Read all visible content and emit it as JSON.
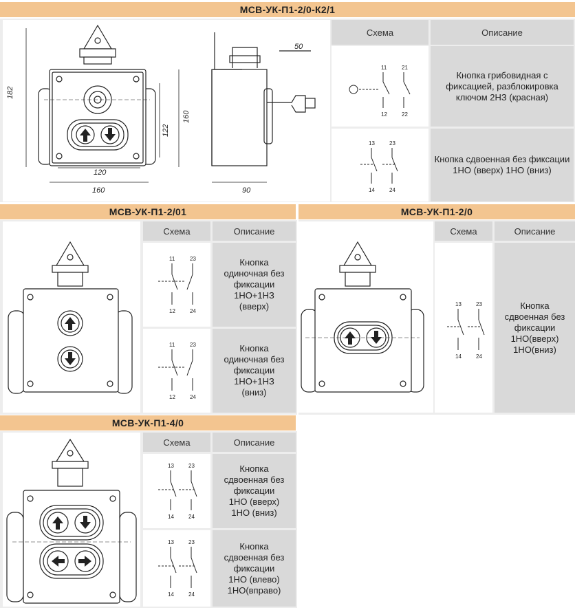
{
  "sections": {
    "k2": {
      "title": "МСВ-УК-П1-2/0-К2/1",
      "dims": {
        "height": "182",
        "inner_h": "160",
        "inner_h2": "122",
        "width_inner": "120",
        "width": "160",
        "depth": "90",
        "key": "50"
      },
      "col_scheme": "Схема",
      "col_desc": "Описание",
      "rows": [
        {
          "desc": "Кнопка грибовидная с фиксацией, разблокировка ключом 2НЗ (красная)",
          "terms": [
            "11",
            "21",
            "12",
            "22"
          ]
        },
        {
          "desc": "Кнопка сдвоенная без фиксации\n1НО (вверх) 1НО (вниз)",
          "terms": [
            "13",
            "23",
            "14",
            "24"
          ]
        }
      ]
    },
    "p01": {
      "title": "МСВ-УК-П1-2/01",
      "col_scheme": "Схема",
      "col_desc": "Описание",
      "rows": [
        {
          "desc": "Кнопка\nодиночная без\nфиксации\n1НО+1НЗ\n(вверх)",
          "terms": [
            "11",
            "23",
            "12",
            "24"
          ]
        },
        {
          "desc": "Кнопка\nодиночная без\nфиксации\n1НО+1НЗ\n(вниз)",
          "terms": [
            "11",
            "23",
            "12",
            "24"
          ]
        }
      ]
    },
    "p0": {
      "title": "МСВ-УК-П1-2/0",
      "col_scheme": "Схема",
      "col_desc": "Описание",
      "rows": [
        {
          "desc": "Кнопка\nсдвоенная без\nфиксации\n1НО(вверх)\n1НО(вниз)",
          "terms": [
            "13",
            "23",
            "14",
            "24"
          ]
        }
      ]
    },
    "p4": {
      "title": "МСВ-УК-П1-4/0",
      "col_scheme": "Схема",
      "col_desc": "Описание",
      "rows": [
        {
          "desc": "Кнопка\nсдвоенная без\nфиксации\n1НО (вверх)\n1НО (вниз)",
          "terms": [
            "13",
            "23",
            "14",
            "24"
          ]
        },
        {
          "desc": "Кнопка\nсдвоенная без\nфиксации\n1НО (влево)\n1НО(вправо)",
          "terms": [
            "13",
            "23",
            "14",
            "24"
          ]
        }
      ]
    }
  }
}
